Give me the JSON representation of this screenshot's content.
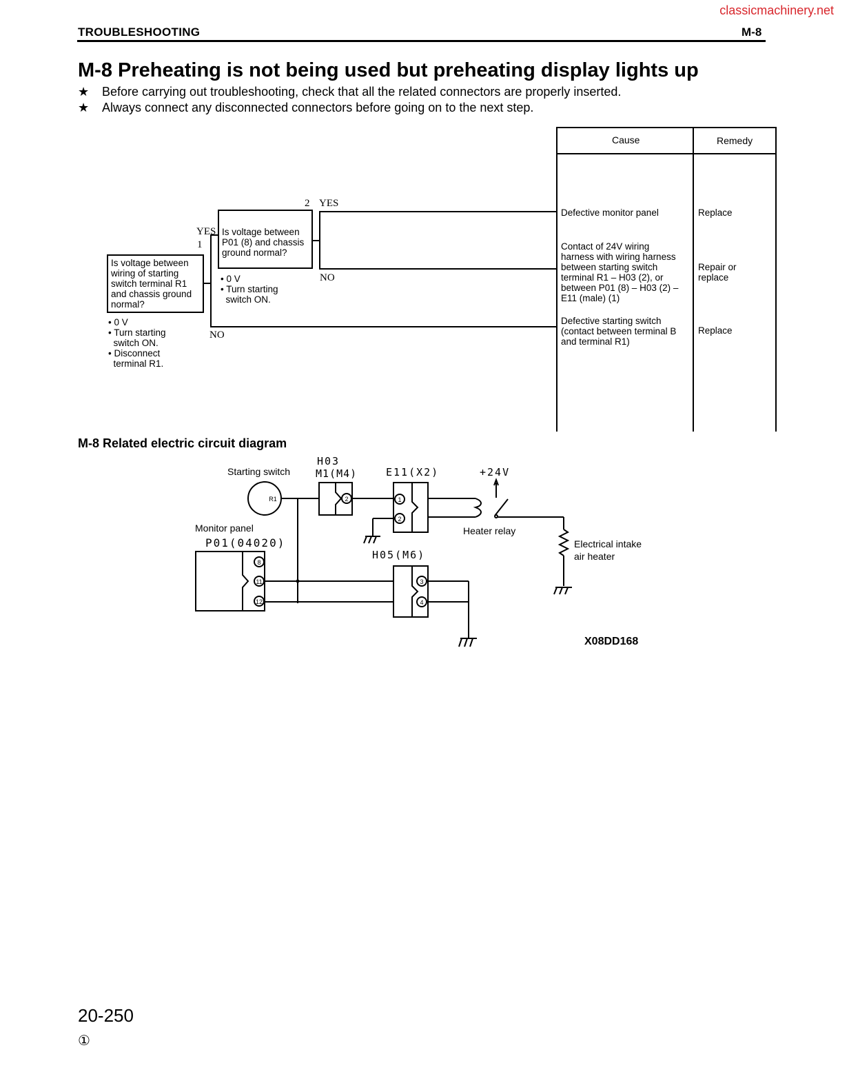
{
  "watermark": "classicmachinery.net",
  "header": {
    "section": "TROUBLESHOOTING",
    "code": "M-8"
  },
  "title": "M-8  Preheating is not being used but preheating display lights up",
  "notes": [
    "Before carrying out troubleshooting, check that all the related connectors are properly inserted.",
    "Always connect any disconnected connectors before going on to the next step."
  ],
  "note_bullet": "★",
  "table": {
    "cause_header": "Cause",
    "remedy_header": "Remedy",
    "rows": [
      {
        "cause": [
          "Defective monitor panel"
        ],
        "remedy": [
          "Replace"
        ]
      },
      {
        "cause": [
          "Contact of 24V wiring",
          "harness with wiring harness",
          "between starting switch",
          "terminal R1 – H03 (2), or",
          "between P01 (8) – H03 (2) –",
          "E11 (male) (1)"
        ],
        "remedy": [
          "Repair or",
          "replace"
        ]
      },
      {
        "cause": [
          "Defective starting switch",
          "(contact between terminal B",
          "and terminal R1)"
        ],
        "remedy": [
          "Replace"
        ]
      }
    ]
  },
  "flow": {
    "step1": {
      "num": "1",
      "question": [
        "Is voltage between",
        "wiring of starting",
        "switch terminal R1",
        "and chassis ground",
        "normal?"
      ],
      "conditions": [
        "• 0 V",
        "• Turn starting",
        "  switch ON.",
        "• Disconnect",
        "  terminal R1."
      ]
    },
    "step2": {
      "num": "2",
      "question": [
        "Is voltage between",
        "P01 (8) and chassis",
        "ground normal?"
      ],
      "conditions": [
        "• 0 V",
        "• Turn starting",
        "  switch ON."
      ]
    },
    "yes": "YES",
    "no": "NO"
  },
  "circuit": {
    "section_title": "M-8 Related electric circuit diagram",
    "labels": {
      "starting_switch": "Starting switch",
      "h03_a": "H03",
      "h03_b": "M1(M4)",
      "e11": "E11(X2)",
      "plus24": "+24V",
      "r1": "R1",
      "monitor_panel": "Monitor panel",
      "p01": "P01(04020)",
      "heater_relay": "Heater relay",
      "h05": "H05(M6)",
      "heater_a": "Electrical intake",
      "heater_b": "air heater"
    },
    "pins": {
      "h03_2": "2",
      "e11_1": "1",
      "e11_2": "2",
      "p01_8": "8",
      "p01_11": "11",
      "p01_12": "12",
      "h05_3": "3",
      "h05_4": "4"
    },
    "figure_code": "X08DD168"
  },
  "footer": {
    "page": "20-250",
    "revision": "①"
  }
}
